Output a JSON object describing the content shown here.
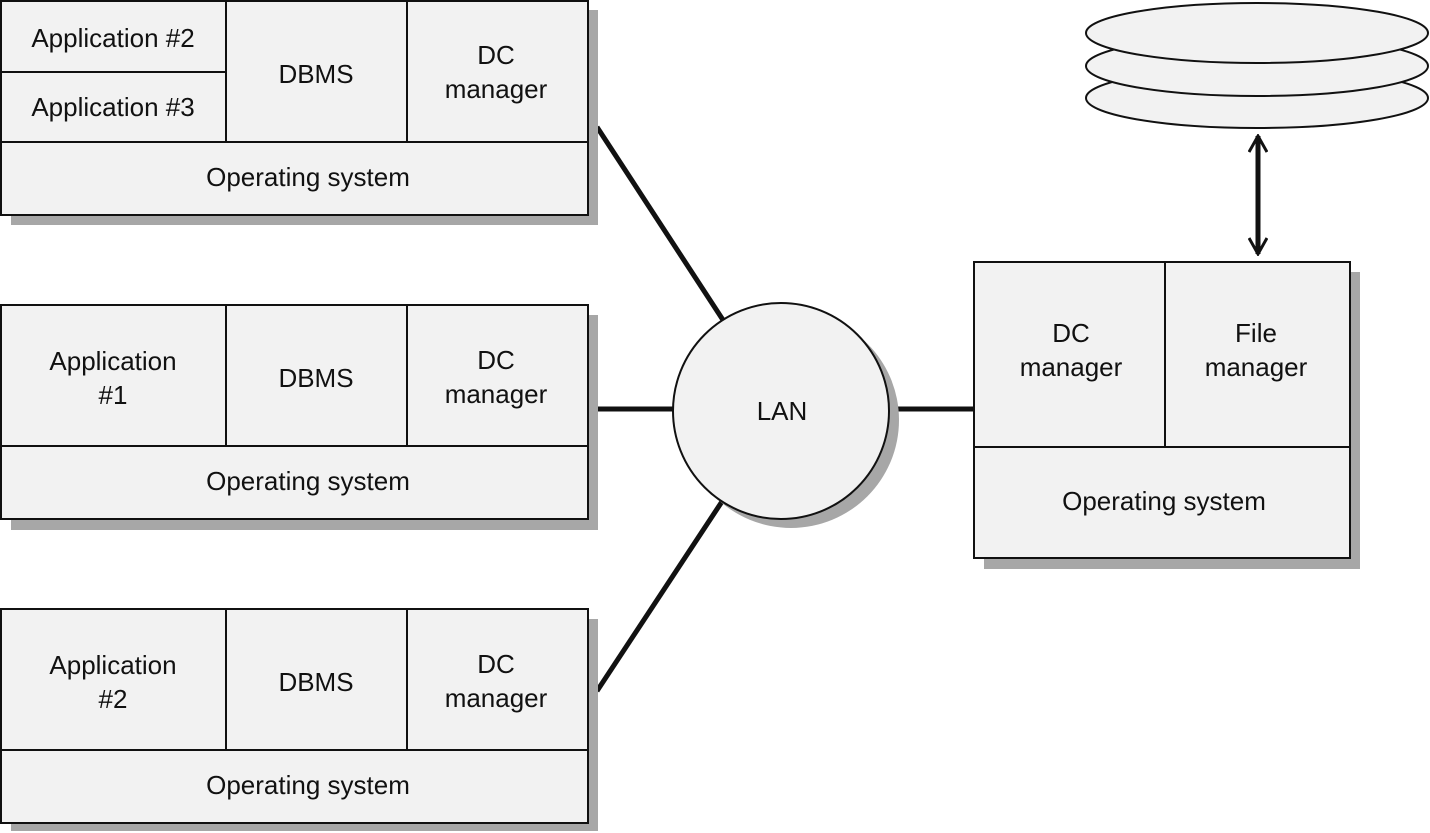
{
  "colors": {
    "cell_fill": "#f2f2f2",
    "shadow": "#a7a7a7",
    "stroke": "#111111",
    "background": "#ffffff"
  },
  "client1": {
    "app_a": "Application #2",
    "app_b": "Application #3",
    "dbms": "DBMS",
    "dc_line1": "DC",
    "dc_line2": "manager",
    "os": "Operating system"
  },
  "client2": {
    "app_line1": "Application",
    "app_line2": "#1",
    "dbms": "DBMS",
    "dc_line1": "DC",
    "dc_line2": "manager",
    "os": "Operating system"
  },
  "client3": {
    "app_line1": "Application",
    "app_line2": "#2",
    "dbms": "DBMS",
    "dc_line1": "DC",
    "dc_line2": "manager",
    "os": "Operating system"
  },
  "lan": {
    "label": "LAN"
  },
  "server": {
    "dc_line1": "DC",
    "dc_line2": "manager",
    "file_line1": "File",
    "file_line2": "manager",
    "os": "Operating system"
  },
  "storage": {
    "icon": "disk-stack-icon"
  }
}
